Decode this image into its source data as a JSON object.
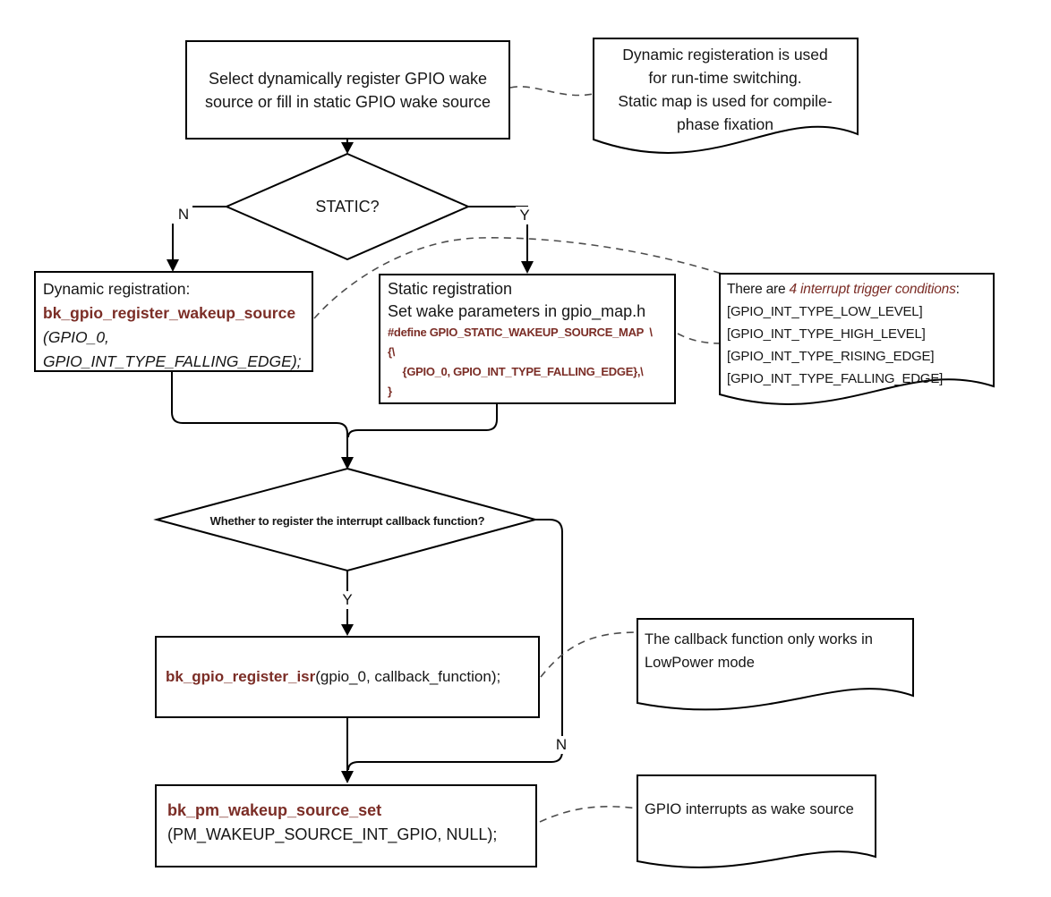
{
  "colors": {
    "accent_maroon": "#7b2d26",
    "line_black": "#000000"
  },
  "flow": {
    "start_box": {
      "lines": [
        "Select dynamically register GPIO wake",
        "source or fill in static GPIO wake source"
      ]
    },
    "decision_static": {
      "label": "STATIC?",
      "no_label": "N",
      "yes_label": "Y"
    },
    "dynamic_box": {
      "title": "Dynamic registration:",
      "func": "bk_gpio_register_wakeup_source",
      "arg1": "(GPIO_0,",
      "arg2": "GPIO_INT_TYPE_FALLING_EDGE);"
    },
    "static_box": {
      "title": "Static registration",
      "subtitle": "Set wake parameters in gpio_map.h",
      "code": [
        "#define GPIO_STATIC_WAKEUP_SOURCE_MAP  \\",
        "{\\",
        "     {GPIO_0, GPIO_INT_TYPE_FALLING_EDGE},\\",
        "}"
      ]
    },
    "decision_callback": {
      "label": "Whether to register the interrupt callback function?",
      "yes_label": "Y",
      "no_label": "N"
    },
    "isr_box": {
      "func": "bk_gpio_register_isr",
      "args": "(gpio_0, callback_function);"
    },
    "pm_box": {
      "func": "bk_pm_wakeup_source_set",
      "args": "(PM_WAKEUP_SOURCE_INT_GPIO, NULL);"
    }
  },
  "notes": {
    "registration_note": {
      "lines": [
        "Dynamic registeration is used",
        "for run-time switching.",
        "Static map is used for compile-",
        "phase fixation"
      ]
    },
    "trigger_note": {
      "prefix": "There are ",
      "emphasis": "4 interrupt trigger conditions",
      "suffix": ":",
      "items": [
        "[GPIO_INT_TYPE_LOW_LEVEL]",
        "[GPIO_INT_TYPE_HIGH_LEVEL]",
        "[GPIO_INT_TYPE_RISING_EDGE]",
        "[GPIO_INT_TYPE_FALLING_EDGE]"
      ]
    },
    "callback_note": {
      "lines": [
        "The callback function only works in",
        "LowPower mode"
      ]
    },
    "wake_note": {
      "text": "GPIO interrupts as wake source"
    }
  }
}
